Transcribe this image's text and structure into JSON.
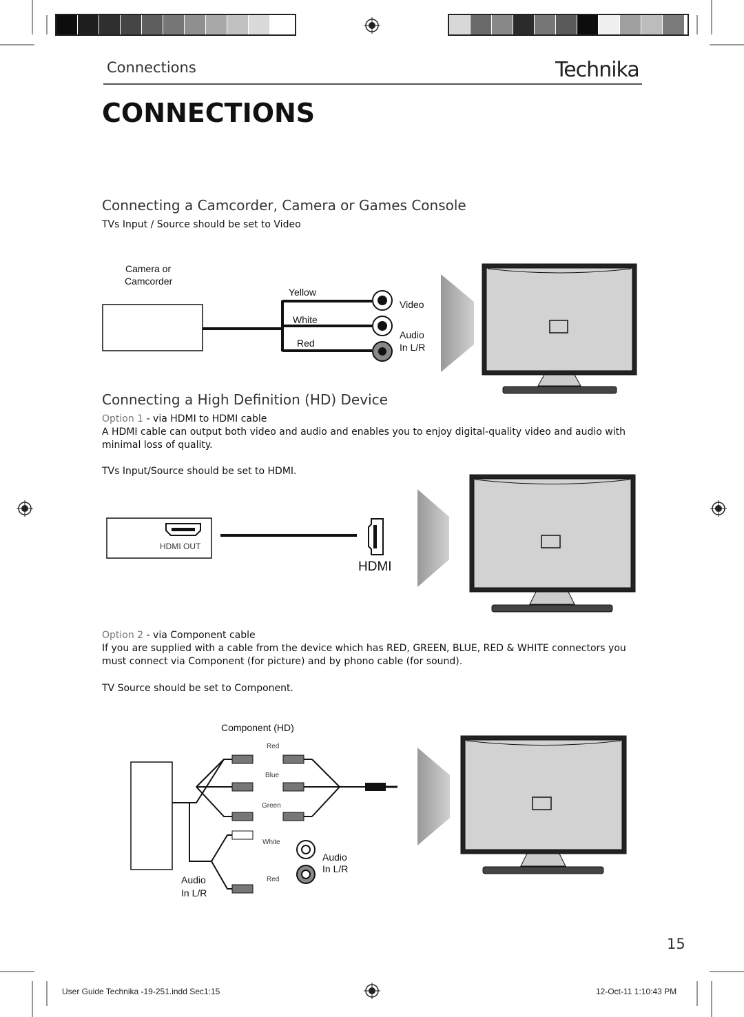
{
  "header": {
    "section_label": "Connections",
    "brand": "Technika"
  },
  "page_title": "CONNECTIONS",
  "colors": {
    "accent_gray": "#777777",
    "rule": "#555555"
  },
  "section1": {
    "heading": "Connecting a Camcorder, Camera or Games Console",
    "note": "TVs Input / Source should be set to Video",
    "device_label_line1": "Camera or",
    "device_label_line2": "Camcorder",
    "cable_yellow": "Yellow",
    "cable_white": "White",
    "cable_red": "Red",
    "port_video": "Video",
    "port_audio_line1": "Audio",
    "port_audio_line2": "In L/R"
  },
  "section2": {
    "heading": "Connecting a High Definition (HD) Device",
    "option1_prefix": "Option 1",
    "option1_text": " - via HDMI to HDMI cable",
    "option1_desc": "A HDMI cable can output both video and audio and enables you to enjoy digital-quality video and audio with minimal loss of quality.",
    "option1_note": "TVs Input/Source should be set to HDMI.",
    "hdmi_out_label": "HDMI OUT",
    "hdmi_port_label": "HDMI",
    "option2_prefix": "Option 2",
    "option2_text": " - via Component cable",
    "option2_desc": "If you are supplied with a cable from the device which has RED, GREEN, BLUE, RED & WHITE connectors you must connect via Component (for picture) and by phono cable (for sound).",
    "option2_note": "TV Source should be set to Component.",
    "component_label": "Component (HD)",
    "plug_red": "Red",
    "plug_blue": "Blue",
    "plug_green": "Green",
    "plug_white": "White",
    "plug_red2": "Red",
    "audio_left_line1": "Audio",
    "audio_left_line2": "In L/R",
    "audio_right_line1": "Audio",
    "audio_right_line2": "In L/R"
  },
  "page_number": "15",
  "footer": {
    "left": "User Guide Technika -19-251.indd   Sec1:15",
    "right": "12-Oct-11   1:10:43 PM"
  }
}
